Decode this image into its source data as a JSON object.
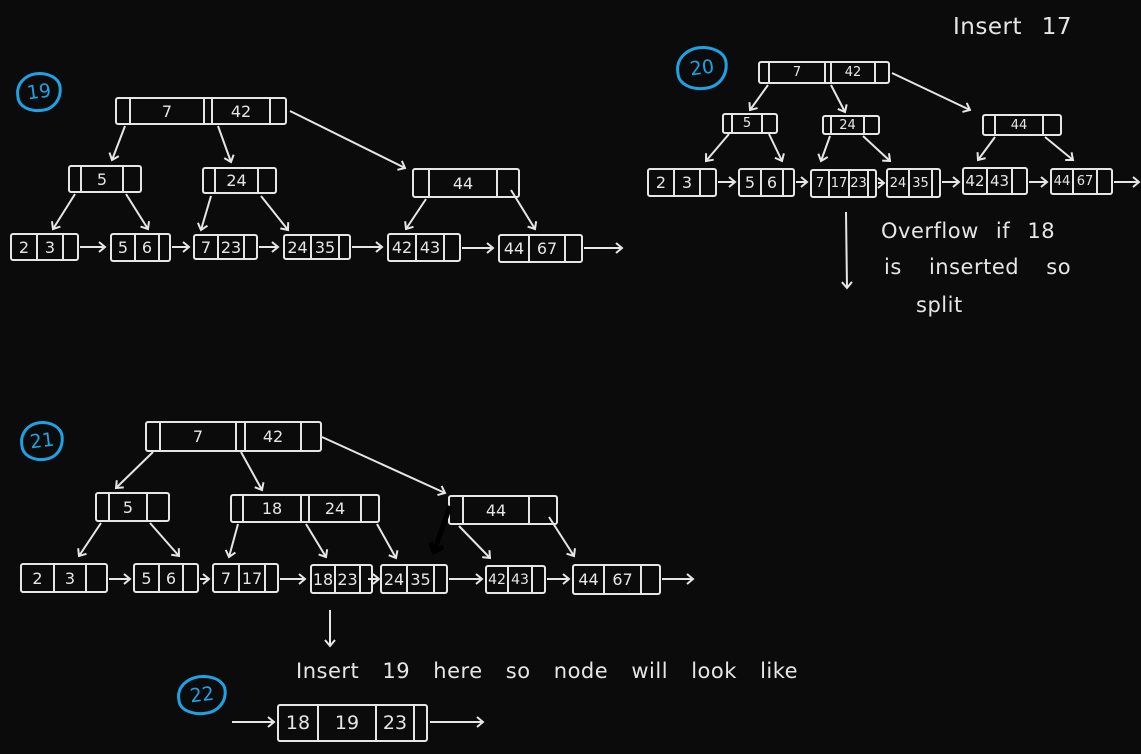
{
  "colors": {
    "bg": "#0b0b0b",
    "ink": "#e6e6e6",
    "accent": "#1da2e4",
    "black_arrow": "#000000"
  },
  "annotations": {
    "insert17": "Insert 17",
    "overflow_line1": "Overflow if 18",
    "overflow_line2": "is inserted so",
    "overflow_line3": "split",
    "insert19": "Insert 19 here so node will look like"
  },
  "d19": {
    "badge": "19",
    "root": {
      "values": [
        "7",
        "42"
      ]
    },
    "internals": [
      {
        "values": [
          "5"
        ]
      },
      {
        "values": [
          "24"
        ]
      },
      {
        "values": [
          "44"
        ]
      }
    ],
    "leaves": [
      {
        "values": [
          "2",
          "3"
        ]
      },
      {
        "values": [
          "5",
          "6"
        ]
      },
      {
        "values": [
          "7",
          "23"
        ]
      },
      {
        "values": [
          "24",
          "35"
        ]
      },
      {
        "values": [
          "42",
          "43"
        ]
      },
      {
        "values": [
          "44",
          "67"
        ]
      }
    ]
  },
  "d20": {
    "badge": "20",
    "root": {
      "values": [
        "7",
        "42"
      ]
    },
    "internals": [
      {
        "values": [
          "5"
        ]
      },
      {
        "values": [
          "24"
        ]
      },
      {
        "values": [
          "44"
        ]
      }
    ],
    "leaves": [
      {
        "values": [
          "2",
          "3"
        ]
      },
      {
        "values": [
          "5",
          "6"
        ]
      },
      {
        "values": [
          "7",
          "17",
          "23"
        ]
      },
      {
        "values": [
          "24",
          "35"
        ]
      },
      {
        "values": [
          "42",
          "43"
        ]
      },
      {
        "values": [
          "44",
          "67"
        ]
      }
    ]
  },
  "d21": {
    "badge": "21",
    "root": {
      "values": [
        "7",
        "42"
      ]
    },
    "internals": [
      {
        "values": [
          "5"
        ]
      },
      {
        "values": [
          "18",
          "24"
        ]
      },
      {
        "values": [
          "44"
        ]
      }
    ],
    "leaves": [
      {
        "values": [
          "2",
          "3"
        ]
      },
      {
        "values": [
          "5",
          "6"
        ]
      },
      {
        "values": [
          "7",
          "17"
        ]
      },
      {
        "values": [
          "18",
          "23"
        ]
      },
      {
        "values": [
          "24",
          "35"
        ]
      },
      {
        "values": [
          "42",
          "43"
        ]
      },
      {
        "values": [
          "44",
          "67"
        ]
      }
    ]
  },
  "d22": {
    "badge": "22",
    "node": {
      "values": [
        "18",
        "19",
        "23"
      ]
    }
  }
}
